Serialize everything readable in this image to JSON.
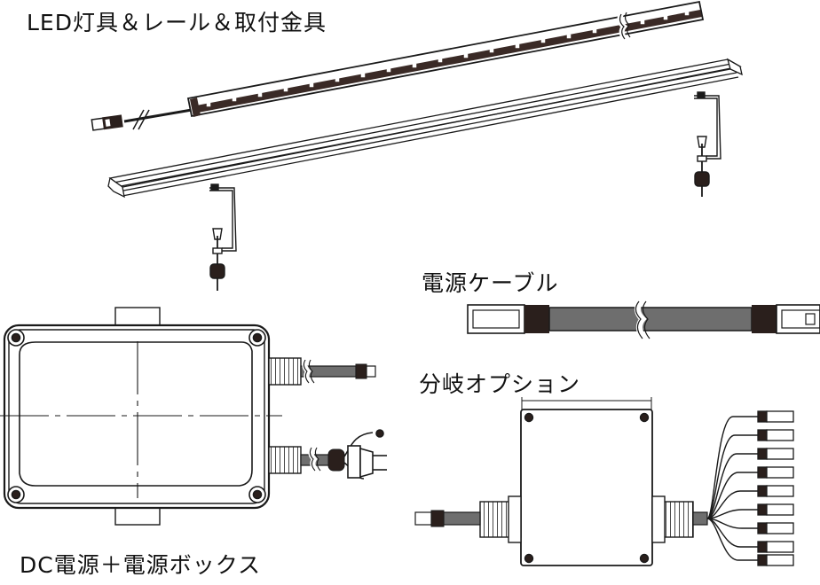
{
  "labels": {
    "led_fixture_rail_bracket": "LED灯具＆レール＆取付金具",
    "power_cable": "電源ケーブル",
    "branch_option": "分岐オプション",
    "dc_power_box": "DC電源＋電源ボックス"
  },
  "colors": {
    "line": "#1a1a1a",
    "led_strip": "#3a2a26",
    "cable_gray": "#6e6e6e",
    "connector_dark": "#2a1f1c"
  },
  "icons": [
    "led-strip-fixture",
    "aluminum-rail",
    "mounting-bracket",
    "power-box",
    "power-plug",
    "branch-box",
    "power-cable"
  ]
}
